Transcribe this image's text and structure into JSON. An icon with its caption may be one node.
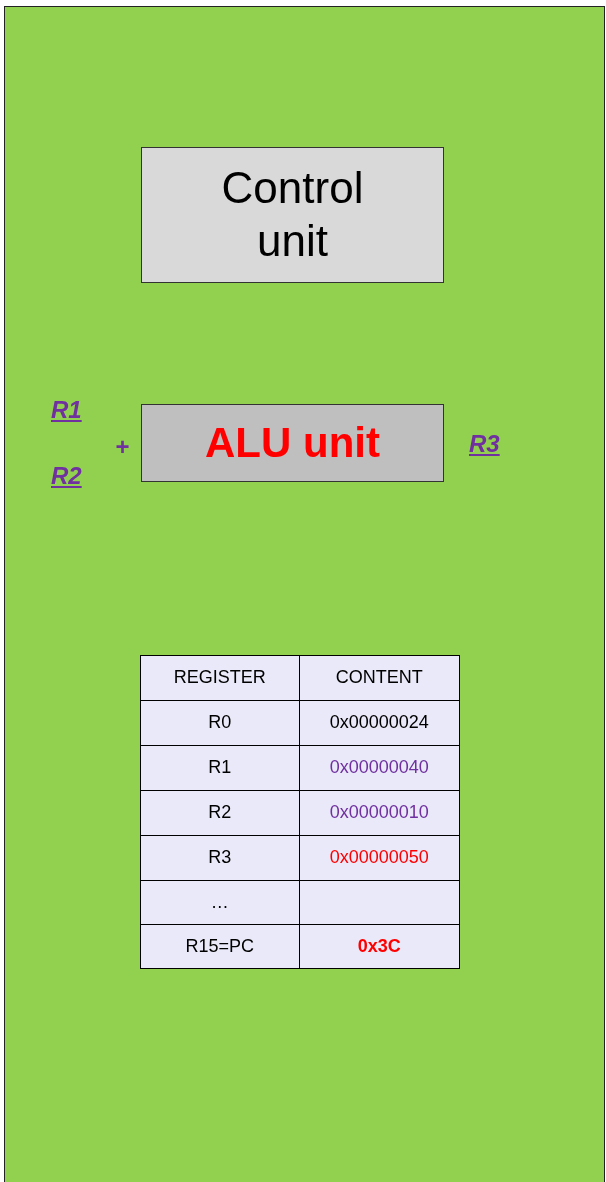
{
  "diagram": {
    "nodes": [
      {
        "text": [],
        "shape": "box"
      },
      {
        "text": [
          "Control unit"
        ],
        "in": 0
      },
      {
        "text": [
          "ALU unit"
        ],
        "in": 0
      }
    ],
    "edges": [],
    "labels": [
      "R1",
      "R2",
      "+",
      "R3",
      "REGISTER",
      "CONTENT",
      "R0",
      "0x00000024",
      "R1",
      "0x00000040",
      "R2",
      "0x00000010",
      "R3",
      "0x00000050",
      "…",
      "R15=PC",
      "0x3C"
    ]
  }
}
